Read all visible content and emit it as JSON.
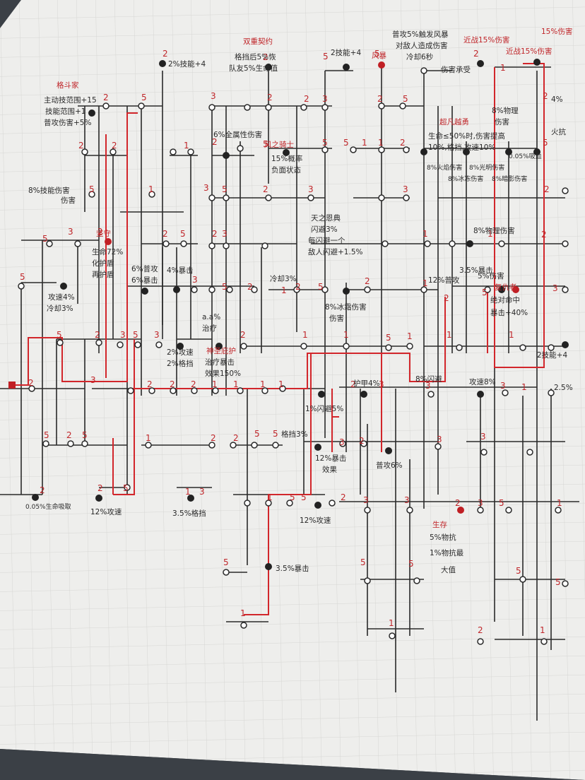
{
  "colors": {
    "paper": "#efefed",
    "grid": "#d9d9d6",
    "ink": "#2a2a2a",
    "red": "#d2262b"
  },
  "labels": [
    {
      "id": "top-center-title",
      "text": "双重契约",
      "color": "red"
    },
    {
      "id": "top-center-1",
      "text": "格挡后5%恢",
      "color": "ink"
    },
    {
      "id": "top-center-2",
      "text": "队友5%生命值",
      "color": "ink"
    },
    {
      "id": "top-left-node",
      "text": "2%技能+4",
      "color": "ink"
    },
    {
      "id": "top-right-1",
      "text": "普攻5%触发风暴",
      "color": "ink"
    },
    {
      "id": "top-right-2",
      "text": "对敌人造成伤害",
      "color": "ink"
    },
    {
      "id": "top-right-3",
      "text": "冷却6秒",
      "color": "ink"
    },
    {
      "id": "skill-plus",
      "text": "2技能+4",
      "color": "ink"
    },
    {
      "id": "storm",
      "text": "风暴",
      "color": "red"
    },
    {
      "id": "far-right-title",
      "text": "近战15%伤害",
      "color": "red"
    },
    {
      "id": "far-right-2",
      "text": "近战15%伤害",
      "color": "red"
    },
    {
      "id": "far-right-3",
      "text": "15%伤害",
      "color": "red"
    },
    {
      "id": "left-title",
      "text": "格斗家",
      "color": "red"
    },
    {
      "id": "left-1",
      "text": "主动技范围+15",
      "color": "ink"
    },
    {
      "id": "left-2",
      "text": "技能范围+1",
      "color": "ink"
    },
    {
      "id": "left-3",
      "text": "普攻伤害+5%",
      "color": "ink"
    },
    {
      "id": "left-mid",
      "text": "8%技能伤害",
      "color": "ink"
    },
    {
      "id": "left-mid-2",
      "text": "伤害",
      "color": "ink"
    },
    {
      "id": "allres",
      "text": "6%全属性伤害",
      "color": "ink"
    },
    {
      "id": "knight-title",
      "text": "风之骑士",
      "color": "red"
    },
    {
      "id": "knight-1",
      "text": "15%概率",
      "color": "ink"
    },
    {
      "id": "knight-2",
      "text": "负面状态",
      "color": "ink"
    },
    {
      "id": "tank-title",
      "text": "坚守",
      "color": "red"
    },
    {
      "id": "tank-1",
      "text": "生命72%",
      "color": "ink"
    },
    {
      "id": "tank-2",
      "text": "化护盾",
      "color": "ink"
    },
    {
      "id": "tank-3",
      "text": "再护盾",
      "color": "ink"
    },
    {
      "id": "dodge-1",
      "text": "攻速4%",
      "color": "ink"
    },
    {
      "id": "dodge-2",
      "text": "冷却3%",
      "color": "ink"
    },
    {
      "id": "atk-1",
      "text": "6%普攻",
      "color": "ink"
    },
    {
      "id": "atk-2",
      "text": "6%暴击",
      "color": "ink"
    },
    {
      "id": "crit",
      "text": "4%暴击",
      "color": "ink"
    },
    {
      "id": "heal",
      "text": "a.a%",
      "color": "ink"
    },
    {
      "id": "heal-2",
      "text": "治疗",
      "color": "ink"
    },
    {
      "id": "cd",
      "text": "冷却3%",
      "color": "ink"
    },
    {
      "id": "sky-title",
      "text": "天之恩典",
      "color": "ink"
    },
    {
      "id": "sky-1",
      "text": "闪避3%",
      "color": "ink"
    },
    {
      "id": "sky-2",
      "text": "每闪避一个",
      "color": "ink"
    },
    {
      "id": "sky-3",
      "text": "敌人闪避+1.5%",
      "color": "ink"
    },
    {
      "id": "ice",
      "text": "8%冰霜伤害",
      "color": "ink"
    },
    {
      "id": "ice-2",
      "text": "伤害",
      "color": "ink"
    },
    {
      "id": "rightcluster-title",
      "text": "超凡越勇",
      "color": "red"
    },
    {
      "id": "rightcluster-1",
      "text": "生命≤50%时,伤害提高",
      "color": "ink"
    },
    {
      "id": "rightcluster-2",
      "text": "10%,格挡,攻速10%",
      "color": "ink"
    },
    {
      "id": "phys8",
      "text": "8%物理",
      "color": "ink"
    },
    {
      "id": "phys8-2",
      "text": "伤害",
      "color": "ink"
    },
    {
      "id": "elem-1",
      "text": "8%火焰伤害",
      "color": "ink"
    },
    {
      "id": "elem-2",
      "text": "8%冰冻伤害",
      "color": "ink"
    },
    {
      "id": "elem-3",
      "text": "8%光明伤害",
      "color": "ink"
    },
    {
      "id": "elem-4",
      "text": "8%暗影伤害",
      "color": "ink"
    },
    {
      "id": "elem-5",
      "text": "0.05%吸血",
      "color": "ink"
    },
    {
      "id": "fire-right",
      "text": "伤害承受",
      "color": "ink"
    },
    {
      "id": "far-right-col",
      "text": "4%",
      "color": "ink"
    },
    {
      "id": "far-right-col-2",
      "text": "火抗",
      "color": "ink"
    },
    {
      "id": "phys-right",
      "text": "8%物理伤害",
      "color": "ink"
    },
    {
      "id": "dmgtaken",
      "text": "5%伤害",
      "color": "ink"
    },
    {
      "id": "avenger-title",
      "text": "复仇者",
      "color": "red"
    },
    {
      "id": "avenger-1",
      "text": "绝对命中",
      "color": "ink"
    },
    {
      "id": "avenger-2",
      "text": "暴击+40%",
      "color": "ink"
    },
    {
      "id": "atk12",
      "text": "12%普攻",
      "color": "ink"
    },
    {
      "id": "crit35",
      "text": "3.5%暴击",
      "color": "ink"
    },
    {
      "id": "lowleft",
      "text": "2%攻速",
      "color": "ink"
    },
    {
      "id": "lowleft-2",
      "text": "2%格挡",
      "color": "ink"
    },
    {
      "id": "holy-title",
      "text": "神圣庇护",
      "color": "red"
    },
    {
      "id": "holy-1",
      "text": "治疗暴击",
      "color": "ink"
    },
    {
      "id": "holy-2",
      "text": "效果150%",
      "color": "ink"
    },
    {
      "id": "armor",
      "text": "护甲4%",
      "color": "ink"
    },
    {
      "id": "dodge8",
      "text": "8%闪避",
      "color": "ink"
    },
    {
      "id": "atkspd8",
      "text": "攻速8%",
      "color": "ink"
    },
    {
      "id": "twoskill",
      "text": "2技能+4",
      "color": "ink"
    },
    {
      "id": "move",
      "text": "1%闪避5%",
      "color": "ink"
    },
    {
      "id": "block3",
      "text": "格挡3%",
      "color": "ink"
    },
    {
      "id": "crit12",
      "text": "12%暴击",
      "color": "ink"
    },
    {
      "id": "crit12-2",
      "text": "效果",
      "color": "ink"
    },
    {
      "id": "atk6",
      "text": "普攻6%",
      "color": "ink"
    },
    {
      "id": "steal",
      "text": "0.05%生命吸取",
      "color": "ink"
    },
    {
      "id": "aspd12",
      "text": "12%攻速",
      "color": "ink"
    },
    {
      "id": "block35",
      "text": "3.5%格挡",
      "color": "ink"
    },
    {
      "id": "aspd12b",
      "text": "12%攻速",
      "color": "ink"
    },
    {
      "id": "survive-title",
      "text": "生存",
      "color": "red"
    },
    {
      "id": "survive-1",
      "text": "5%物抗",
      "color": "ink"
    },
    {
      "id": "survive-2",
      "text": "1%物抗最",
      "color": "ink"
    },
    {
      "id": "survive-3",
      "text": "大值",
      "color": "ink"
    },
    {
      "id": "crit35b",
      "text": "3.5%暴击",
      "color": "ink"
    },
    {
      "id": "right-edge",
      "text": "2.5%",
      "color": "ink"
    }
  ]
}
